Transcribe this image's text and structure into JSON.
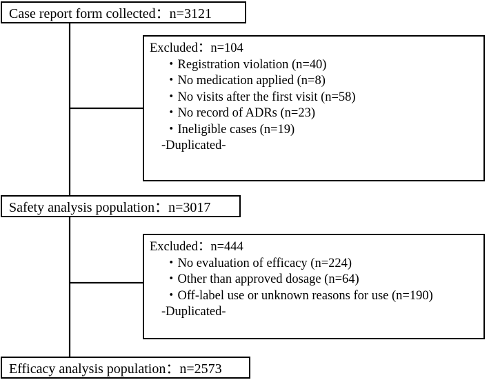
{
  "stages": {
    "collected": "Case report form collected：n=3121",
    "safety": "Safety analysis population：n=3017",
    "efficacy": "Efficacy analysis population：n=2573"
  },
  "exclusion1": {
    "title": "Excluded：n=104",
    "items": [
      "・Registration violation (n=40)",
      "・No medication applied (n=8)",
      "・No visits after the first visit (n=58)",
      "・No record of ADRs (n=23)",
      "・Ineligible cases (n=19)"
    ],
    "note": "-Duplicated-"
  },
  "exclusion2": {
    "title": "Excluded：n=444",
    "items": [
      "・No evaluation of efficacy (n=224)",
      "・Other than approved dosage (n=64)",
      "・Off-label use or  unknown reasons for use (n=190)"
    ],
    "note": "-Duplicated-"
  }
}
